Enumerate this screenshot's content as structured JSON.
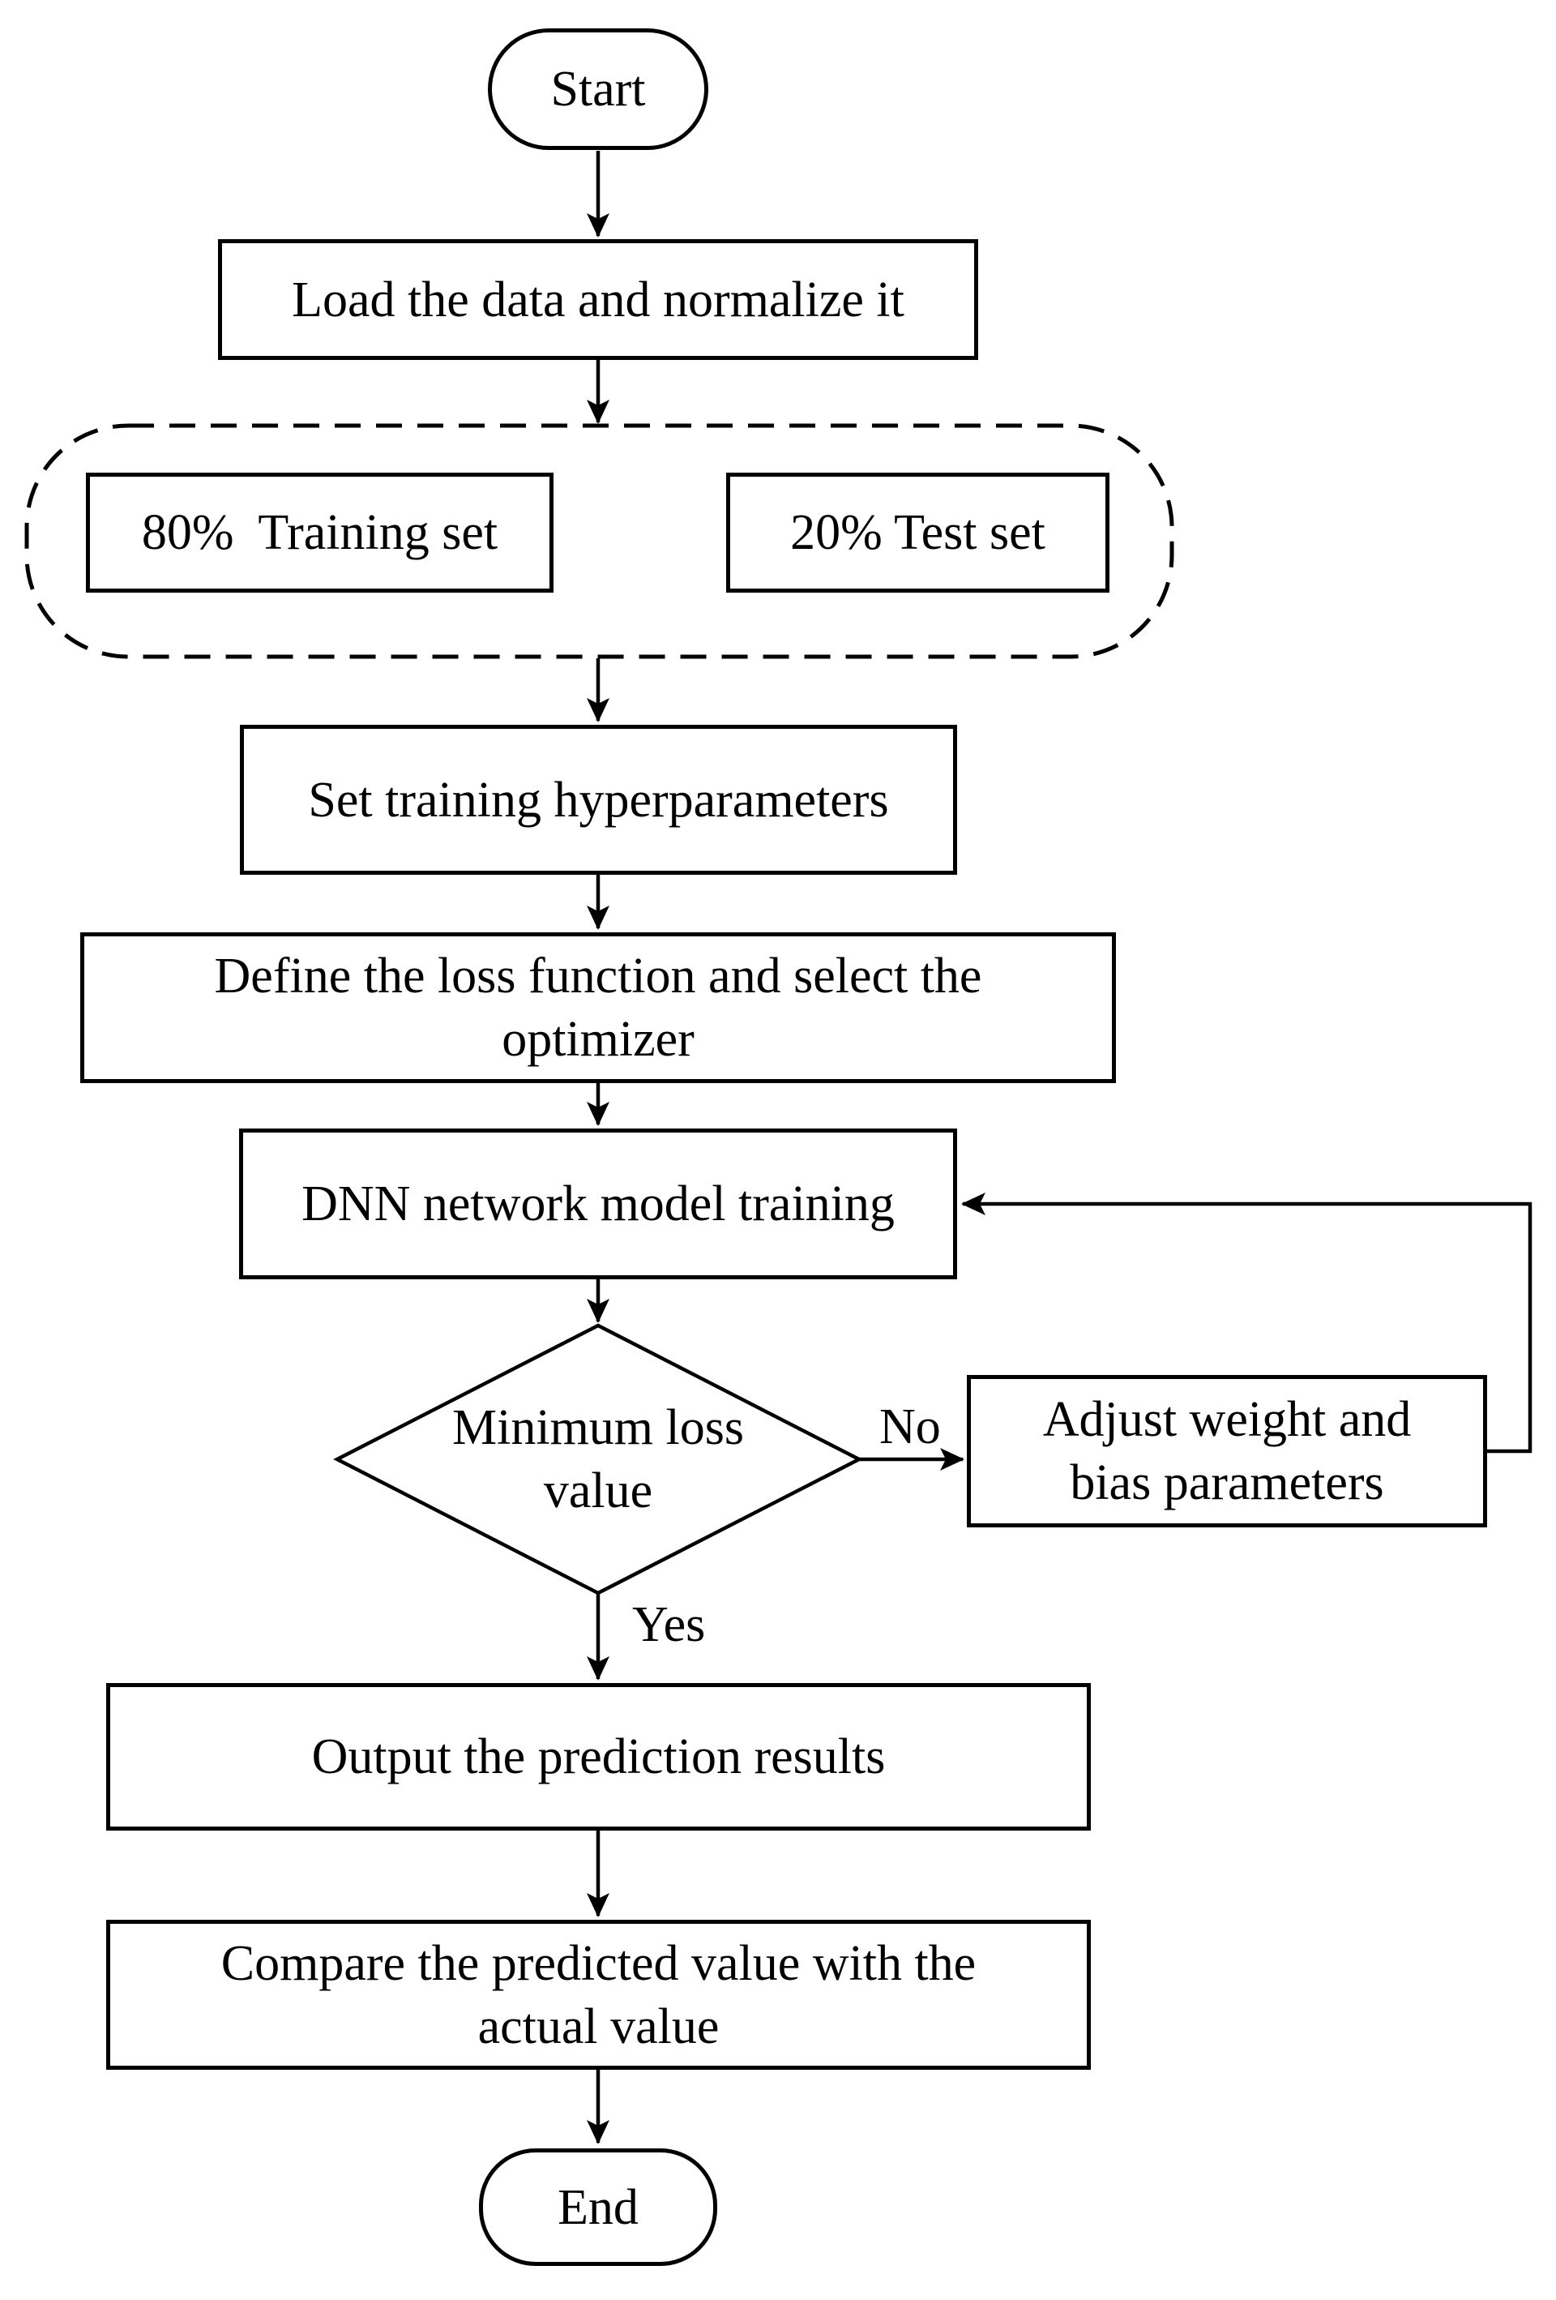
{
  "canvas": {
    "background_color": "#ffffff",
    "ink_color": "#000000"
  },
  "flowchart": {
    "nodes": {
      "start": {
        "label": "Start",
        "shape": "terminator"
      },
      "load_data": {
        "label": "Load the data and normalize it",
        "shape": "process"
      },
      "data_split_group": {
        "shape": "dashed-rounded-container",
        "children": [
          "training_set",
          "test_set"
        ]
      },
      "training_set": {
        "label": "80%  Training set",
        "shape": "process"
      },
      "test_set": {
        "label": "20% Test set",
        "shape": "process"
      },
      "set_hyperparameters": {
        "label": "Set training hyperparameters",
        "shape": "process"
      },
      "define_loss_optimizer": {
        "label": "Define the loss function and select the\noptimizer",
        "shape": "process"
      },
      "dnn_training": {
        "label": "DNN network model training",
        "shape": "process"
      },
      "minimum_loss_decision": {
        "label": "Minimum loss\nvalue",
        "shape": "decision"
      },
      "adjust_parameters": {
        "label": "Adjust weight and\nbias parameters",
        "shape": "process"
      },
      "output_results": {
        "label": "Output the prediction results",
        "shape": "process"
      },
      "compare_values": {
        "label": "Compare the predicted value with the\nactual value",
        "shape": "process"
      },
      "end": {
        "label": "End",
        "shape": "terminator"
      }
    },
    "edge_labels": {
      "no": "No",
      "yes": "Yes"
    }
  }
}
